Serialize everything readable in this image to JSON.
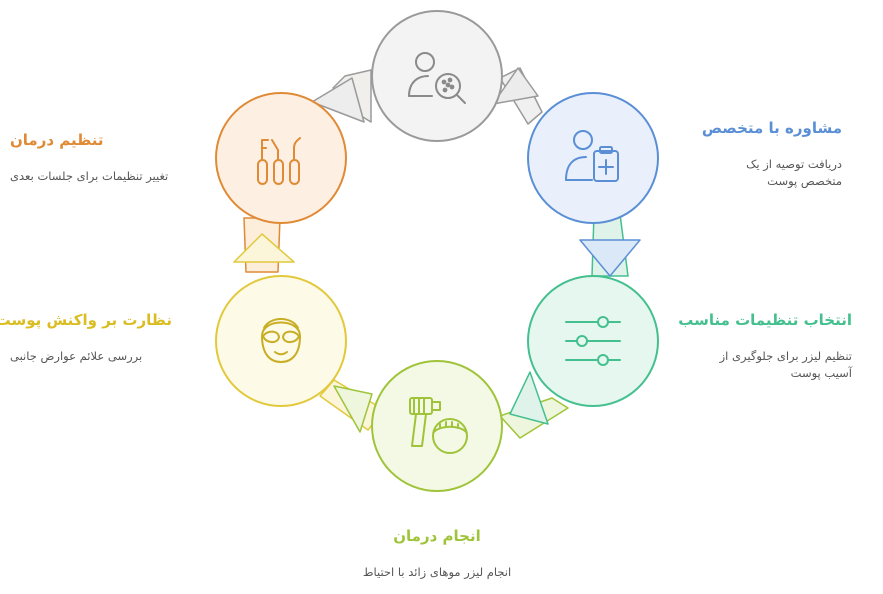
{
  "colors": {
    "consult": "#5a8fd6",
    "settings": "#44c08f",
    "treatment": "#9fc43a",
    "monitor": "#e2c93c",
    "adjust": "#e08a36",
    "gray": "#9a9a9a"
  },
  "steps": [
    {
      "id": "consult",
      "title": "مشاوره با متخصص",
      "desc": "دریافت توصیه از یک متخصص پوست",
      "icon": "doctor-clipboard-icon"
    },
    {
      "id": "settings",
      "title": "انتخاب تنظیمات مناسب",
      "desc": "تنظیم لیزر برای جلوگیری از آسیب پوست",
      "icon": "sliders-icon"
    },
    {
      "id": "treatment",
      "title": "انجام درمان",
      "desc": "انجام لیزر موهای زائد با احتیاط",
      "icon": "laser-device-icon"
    },
    {
      "id": "monitor",
      "title": "نظارت بر واکنش پوست",
      "desc": "بررسی علائم عوارض جانبی",
      "icon": "face-goggles-icon"
    },
    {
      "id": "adjust",
      "title": "تنظیم درمان",
      "desc": "تغییر تنظیمات برای جلسات بعدی",
      "icon": "laser-tips-icon"
    }
  ],
  "center_icon": "user-search-icon"
}
